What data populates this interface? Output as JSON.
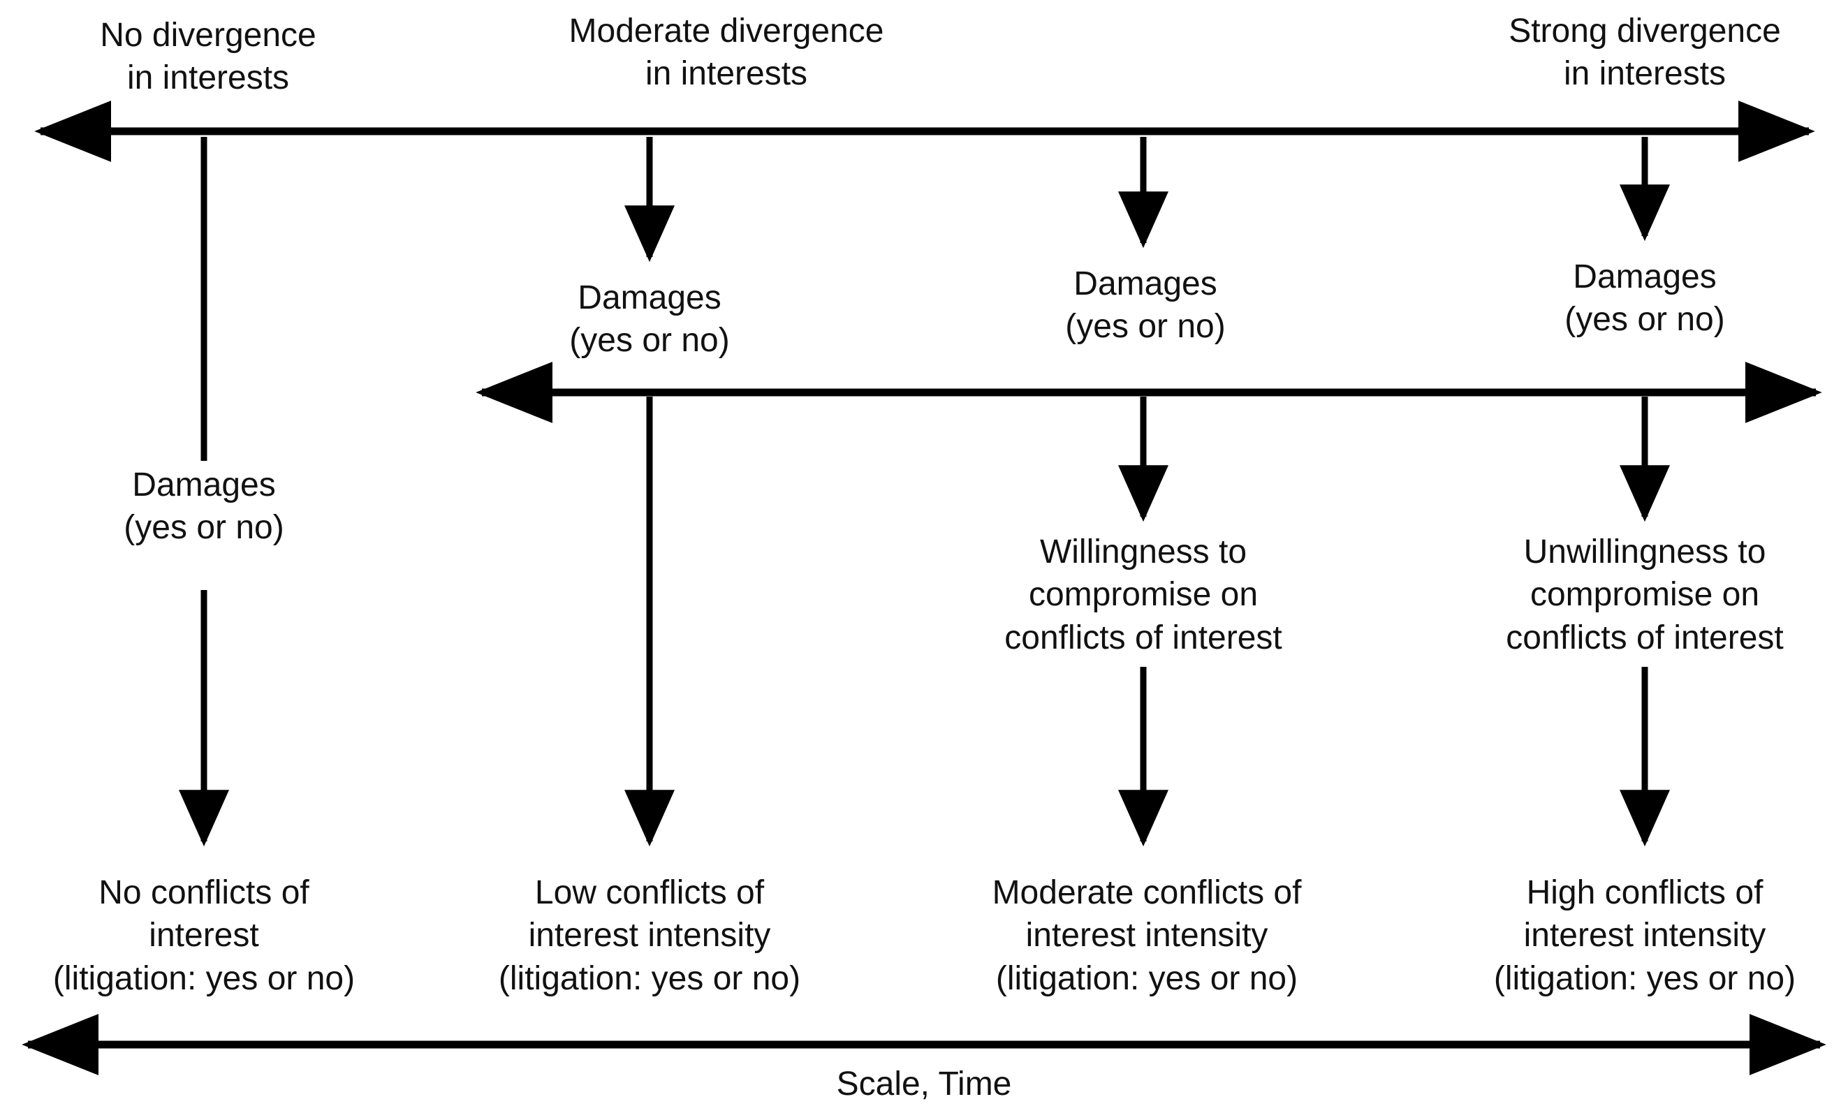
{
  "figure": {
    "type": "flow-diagram",
    "background_color": "#ffffff",
    "line_color": "#000000",
    "text_color": "#111111"
  },
  "axes": {
    "top_axis": {
      "name": "divergence-in-interests-axis",
      "direction": "double-headed-horizontal",
      "tick_labels": [
        "No divergence\nin interests",
        "Moderate divergence\nin interests",
        "Strong divergence\nin interests"
      ]
    },
    "middle_axis": {
      "name": "damages-axis",
      "direction": "double-headed-horizontal",
      "tick_labels": []
    },
    "bottom_axis": {
      "name": "scale-time-axis",
      "direction": "double-headed-horizontal",
      "label": "Scale, Time"
    }
  },
  "columns": [
    {
      "id": "col-1",
      "header": "No divergence\nin interests",
      "nodes": [
        {
          "id": "c1-damages",
          "text": "Damages\n(yes or no)"
        },
        {
          "id": "c1-outcome",
          "text": "No conflicts of\ninterest\n(litigation: yes or no)"
        }
      ]
    },
    {
      "id": "col-2",
      "header": "Moderate divergence\nin interests",
      "nodes": [
        {
          "id": "c2-damages",
          "text": "Damages\n(yes or no)"
        },
        {
          "id": "c2-outcome",
          "text": "Low conflicts of\ninterest intensity\n(litigation: yes or no)"
        }
      ]
    },
    {
      "id": "col-3",
      "header": "Moderate divergence\nin interests",
      "nodes": [
        {
          "id": "c3-damages",
          "text": "Damages\n(yes or no)"
        },
        {
          "id": "c3-middle",
          "text": "Willingness to\ncompromise on\nconflicts of interest"
        },
        {
          "id": "c3-outcome",
          "text": "Moderate conflicts of\ninterest intensity\n(litigation: yes or no)"
        }
      ]
    },
    {
      "id": "col-4",
      "header": "Strong divergence\nin interests",
      "nodes": [
        {
          "id": "c4-damages",
          "text": "Damages\n(yes or no)"
        },
        {
          "id": "c4-middle",
          "text": "Unwillingness to\ncompromise on\nconflicts of interest"
        },
        {
          "id": "c4-outcome",
          "text": "High conflicts of\ninterest intensity\n(litigation: yes or no)"
        }
      ]
    }
  ]
}
